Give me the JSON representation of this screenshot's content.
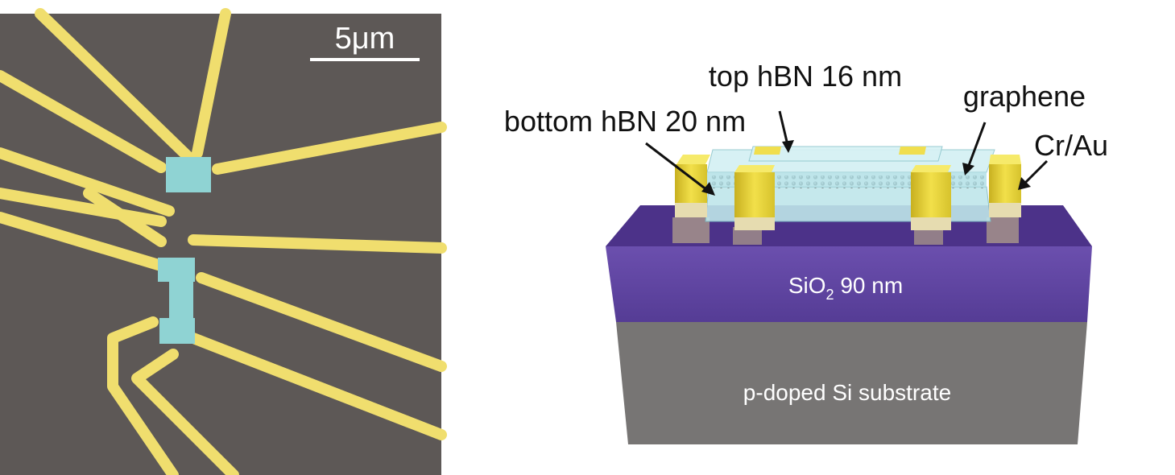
{
  "micrograph": {
    "scale_bar_label": "5μm"
  },
  "device": {
    "labels": {
      "top_hbn": "top hBN 16 nm",
      "bottom_hbn": "bottom hBN 20 nm",
      "graphene": "graphene",
      "contacts": "Cr/Au",
      "oxide_main": "SiO",
      "oxide_sub": "2",
      "oxide_suffix": " 90 nm",
      "substrate": "p-doped Si substrate"
    }
  },
  "colors": {
    "micro_background": "#5d5856",
    "gold_lead": "#f0de6e",
    "hbn_flake": "#8fd3d3",
    "oxide": "#5a3e9a",
    "silicon": "#777574",
    "contact_gold": "#e6d23a",
    "hbn_3d": "#c8ecef"
  }
}
